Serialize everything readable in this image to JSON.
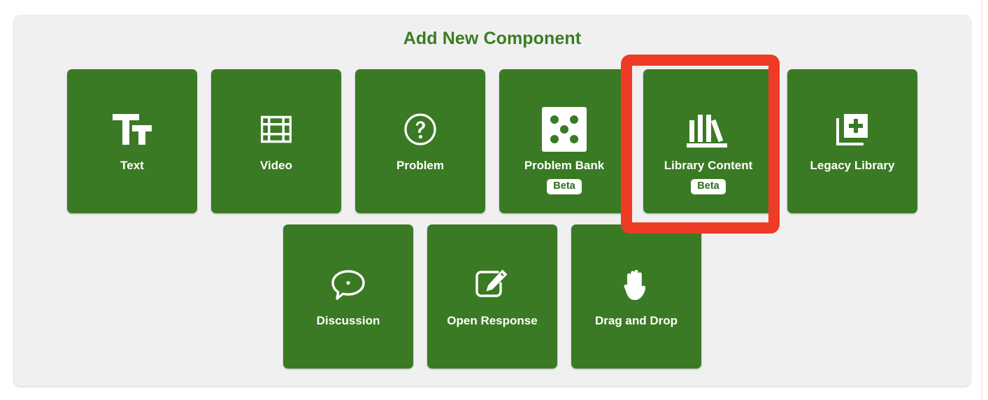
{
  "panel": {
    "title": "Add New Component",
    "background_color": "#f0f0f0",
    "accent_green": "#3a7a24",
    "title_color": "#3a7d22",
    "highlight_color": "#ee3b26"
  },
  "rows": [
    {
      "items": [
        {
          "label": "Text",
          "icon": "text-format-icon",
          "badge": null
        },
        {
          "label": "Video",
          "icon": "film-strip-icon",
          "badge": null
        },
        {
          "label": "Problem",
          "icon": "question-circle-icon",
          "badge": null
        },
        {
          "label": "Problem Bank",
          "icon": "dice-five-icon",
          "badge": "Beta"
        },
        {
          "label": "Library Content",
          "icon": "bookshelf-icon",
          "badge": "Beta",
          "highlighted": true
        },
        {
          "label": "Legacy Library",
          "icon": "add-copy-icon",
          "badge": null
        }
      ]
    },
    {
      "items": [
        {
          "label": "Discussion",
          "icon": "speech-bubble-icon",
          "badge": null
        },
        {
          "label": "Open Response",
          "icon": "pencil-square-icon",
          "badge": null
        },
        {
          "label": "Drag and Drop",
          "icon": "hand-icon",
          "badge": null
        }
      ]
    }
  ]
}
